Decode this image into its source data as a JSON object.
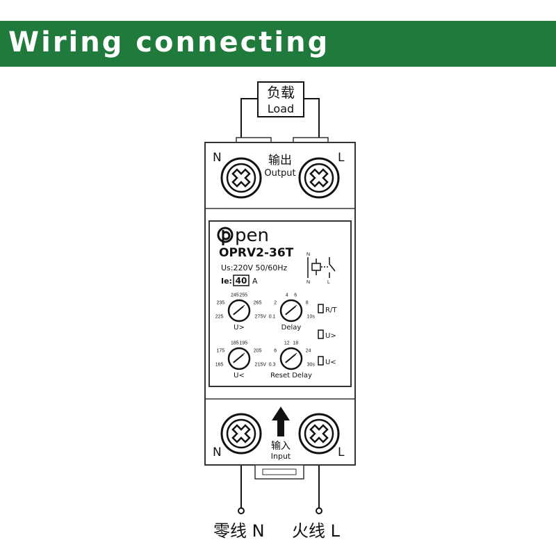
{
  "banner": {
    "title": "Wiring connecting"
  },
  "load": {
    "label_cn": "负载",
    "label_en": "Load"
  },
  "output": {
    "label_cn": "输出",
    "label_en": "Output",
    "left": "N",
    "right": "L"
  },
  "input": {
    "label_cn": "输入",
    "label_en": "Input",
    "left": "N",
    "right": "L"
  },
  "device": {
    "brand": "pen",
    "model": "OPRV2-36T",
    "supply": "Us:220V 50/60Hz",
    "current_prefix": "Ie:",
    "current_value": "40",
    "current_unit": "A",
    "schematic": {
      "n_top": "N",
      "n_bottom": "N",
      "l_bottom": "L"
    },
    "knobs": {
      "u_over": {
        "label": "U>",
        "ticks": [
          "225",
          "235",
          "245",
          "255",
          "265",
          "275V"
        ]
      },
      "delay": {
        "label": "Delay",
        "ticks": [
          "0.1",
          "2",
          "4",
          "6",
          "8",
          "10s"
        ]
      },
      "u_under": {
        "label": "U<",
        "ticks": [
          "165",
          "175",
          "185",
          "195",
          "205",
          "215V"
        ]
      },
      "reset_delay": {
        "label": "Reset Delay",
        "ticks": [
          "0.3",
          "6",
          "12",
          "18",
          "24",
          "30s"
        ]
      }
    },
    "indicators": {
      "rt": "R/T",
      "uo": "U>",
      "uu": "U<"
    }
  },
  "bottom": {
    "neutral_label": "零线 N",
    "live_label": "火线 L"
  },
  "colors": {
    "banner": "#1f7a3c",
    "line": "#111111",
    "body": "#ffffff"
  }
}
